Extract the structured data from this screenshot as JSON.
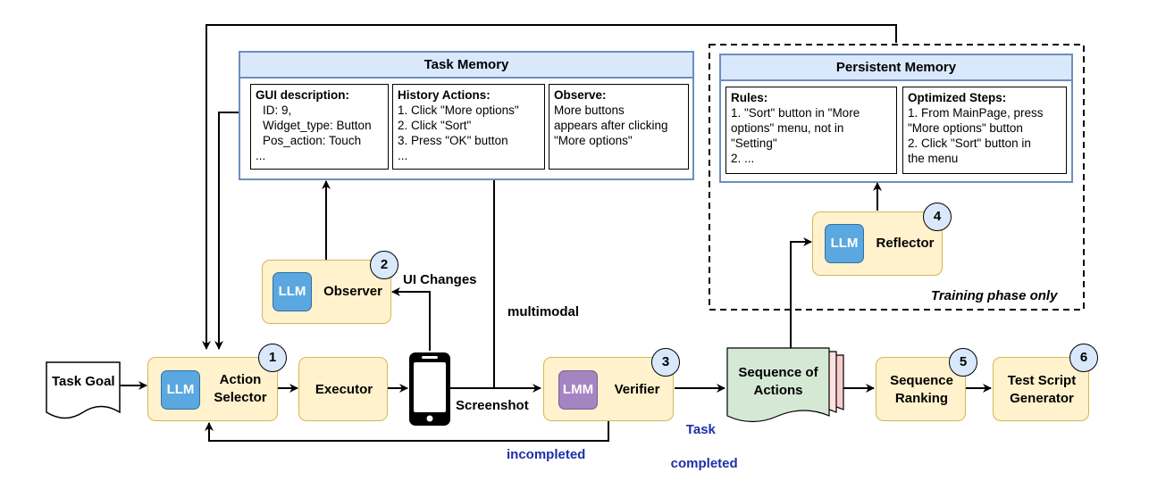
{
  "task_memory": {
    "title": "Task Memory",
    "gui_description": {
      "heading": "GUI description:",
      "lines": [
        "ID: 9,",
        "Widget_type: Button",
        "Pos_action: Touch",
        "..."
      ]
    },
    "history_actions": {
      "heading": "History Actions:",
      "lines": [
        "1. Click \"More options\"",
        "2. Click \"Sort\"",
        "3. Press \"OK\" button",
        "..."
      ]
    },
    "observe": {
      "heading": "Observe:",
      "lines": [
        "More buttons",
        "appears after clicking",
        "\"More options\""
      ]
    }
  },
  "persistent_memory": {
    "title": "Persistent Memory",
    "rules": {
      "heading": "Rules:",
      "lines": [
        "1. \"Sort\" button in \"More",
        "options\" menu, not in",
        "\"Setting\"",
        "2. ..."
      ]
    },
    "optimized_steps": {
      "heading": "Optimized Steps:",
      "lines": [
        "1. From MainPage, press",
        "\"More options\" button",
        "2. Click \"Sort\" button in",
        "the menu"
      ]
    }
  },
  "training_phase_label": "Training phase only",
  "agents": {
    "action_selector": {
      "chip": "LLM",
      "label_line1": "Action",
      "label_line2": "Selector",
      "number": "1"
    },
    "observer": {
      "chip": "LLM",
      "label": "Observer",
      "number": "2"
    },
    "verifier": {
      "chip": "LMM",
      "label": "Verifier",
      "number": "3"
    },
    "reflector": {
      "chip": "LLM",
      "label": "Reflector",
      "number": "4"
    },
    "sequence_ranking": {
      "label_line1": "Sequence",
      "label_line2": "Ranking",
      "number": "5"
    },
    "test_script_generator": {
      "label_line1": "Test Script",
      "label_line2": "Generator",
      "number": "6"
    }
  },
  "executor_label": "Executor",
  "task_goal_label": "Task Goal",
  "sequence_of_actions": {
    "line1": "Sequence of",
    "line2": "Actions"
  },
  "edge_labels": {
    "ui_changes": "UI Changes",
    "multimodal": "multimodal",
    "screenshot": "Screenshot",
    "task_completed_line1": "Task",
    "task_completed_line2": "completed",
    "incompleted": "incompleted"
  },
  "colors": {
    "agent_fill": "#fff2cc",
    "agent_border": "#d6b656",
    "memory_header_fill": "#dae8fc",
    "memory_border": "#6c8ebf",
    "llm_chip": "#5ba8e0",
    "lmm_chip": "#a584c2",
    "sequence_fill": "#d5e8d4",
    "status_text": "#1f2fa8"
  }
}
